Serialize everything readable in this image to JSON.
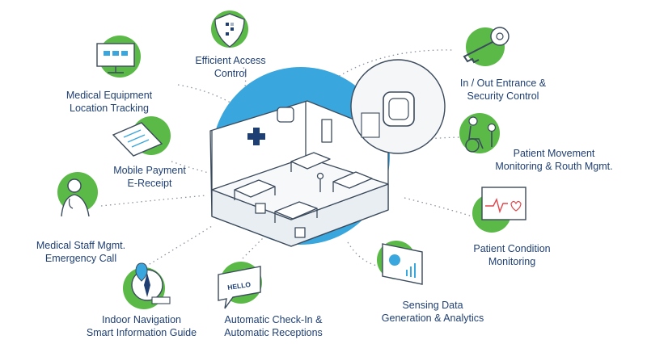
{
  "diagram": {
    "colors": {
      "accent_green": "#5ab947",
      "accent_blue": "#39a6dd",
      "label_navy": "#1f3f73",
      "outline": "#3b4a5c"
    },
    "features": [
      {
        "id": "access",
        "icon": "shield-icon",
        "line1": "Efficient Access",
        "line2": "Control"
      },
      {
        "id": "entrance",
        "icon": "key-icon",
        "line1": "In / Out Entrance &",
        "line2": "Security Control"
      },
      {
        "id": "equipment",
        "icon": "monitor-icon",
        "line1": "Medical Equipment",
        "line2": "Location Tracking"
      },
      {
        "id": "movement",
        "icon": "wheelchair-icon",
        "line1": "Patient Movement",
        "line2": "Monitoring & Routh Mgmt."
      },
      {
        "id": "payment",
        "icon": "receipt-icon",
        "line1": "Mobile Payment",
        "line2": "E-Receipt"
      },
      {
        "id": "staff",
        "icon": "doctor-icon",
        "line1": "Medical Staff Mgmt.",
        "line2": "Emergency Call"
      },
      {
        "id": "condition",
        "icon": "heart-monitor-icon",
        "line1": "Patient Condition",
        "line2": "Monitoring"
      },
      {
        "id": "navigation",
        "icon": "compass-icon",
        "line1": "Indoor Navigation",
        "line2": "Smart Information Guide"
      },
      {
        "id": "checkin",
        "icon": "speech-bubble-icon",
        "line1": "Automatic Check-In &",
        "line2": "Automatic Receptions"
      },
      {
        "id": "analytics",
        "icon": "analytics-chart-icon",
        "line1": "Sensing Data",
        "line2": "Generation & Analytics"
      }
    ],
    "bubble_text": "HELLO"
  }
}
